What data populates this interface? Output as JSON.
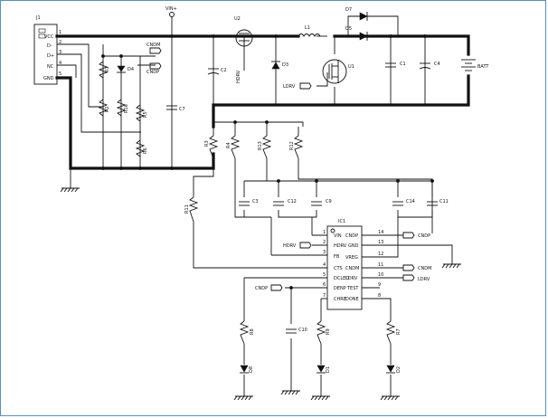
{
  "connector": {
    "ref": "J1",
    "pins": [
      {
        "num": "1",
        "name": "VCC"
      },
      {
        "num": "2",
        "name": "D-"
      },
      {
        "num": "3",
        "name": "D+"
      },
      {
        "num": "4",
        "name": "NC"
      },
      {
        "num": "5",
        "name": "GND"
      }
    ]
  },
  "nets": {
    "vin": "VIN+",
    "cndm": "CNDM",
    "cndp": "CNDP",
    "hdrv": "HDRV",
    "ldrv": "LDRV",
    "batt": "BATT"
  },
  "ic": {
    "ref": "IC1",
    "left_pins": [
      {
        "num": "1",
        "name": "VIN"
      },
      {
        "num": "2",
        "name": "HDRV"
      },
      {
        "num": "3",
        "name": "FB"
      },
      {
        "num": "4",
        "name": "CTS"
      },
      {
        "num": "5",
        "name": "DCLED"
      },
      {
        "num": "6",
        "name": "DENP"
      },
      {
        "num": "7",
        "name": "CHRE"
      }
    ],
    "right_pins": [
      {
        "num": "14",
        "name": "CNDP"
      },
      {
        "num": "13",
        "name": "GND"
      },
      {
        "num": "12",
        "name": "VREG"
      },
      {
        "num": "11",
        "name": "CNDM"
      },
      {
        "num": "10",
        "name": "LDRV"
      },
      {
        "num": "9",
        "name": "TEST"
      },
      {
        "num": "8",
        "name": "DONE"
      }
    ]
  },
  "resistors": {
    "r1": "R1",
    "r2": "R2",
    "r5": "R5",
    "r6": "R6",
    "r16": "R16",
    "r3": "R3",
    "r4": "R4",
    "r13": "R13",
    "r12": "R12",
    "r11": "R11",
    "r8": "R8",
    "r9": "R9",
    "r7": "R7"
  },
  "capacitors": {
    "c2": "C2",
    "c7": "C7",
    "c1": "C1",
    "c4": "C4",
    "c3": "C3",
    "c12": "C12",
    "c9": "C9",
    "c14": "C14",
    "c11": "C11",
    "c10": "C10"
  },
  "semis": {
    "u2": "U2",
    "u1": "U1",
    "l1": "L1",
    "d7": "D7",
    "d5": "D5",
    "d3": "D3",
    "d4": "D4",
    "d8": "D8",
    "d1": "D1",
    "d2": "D2"
  }
}
